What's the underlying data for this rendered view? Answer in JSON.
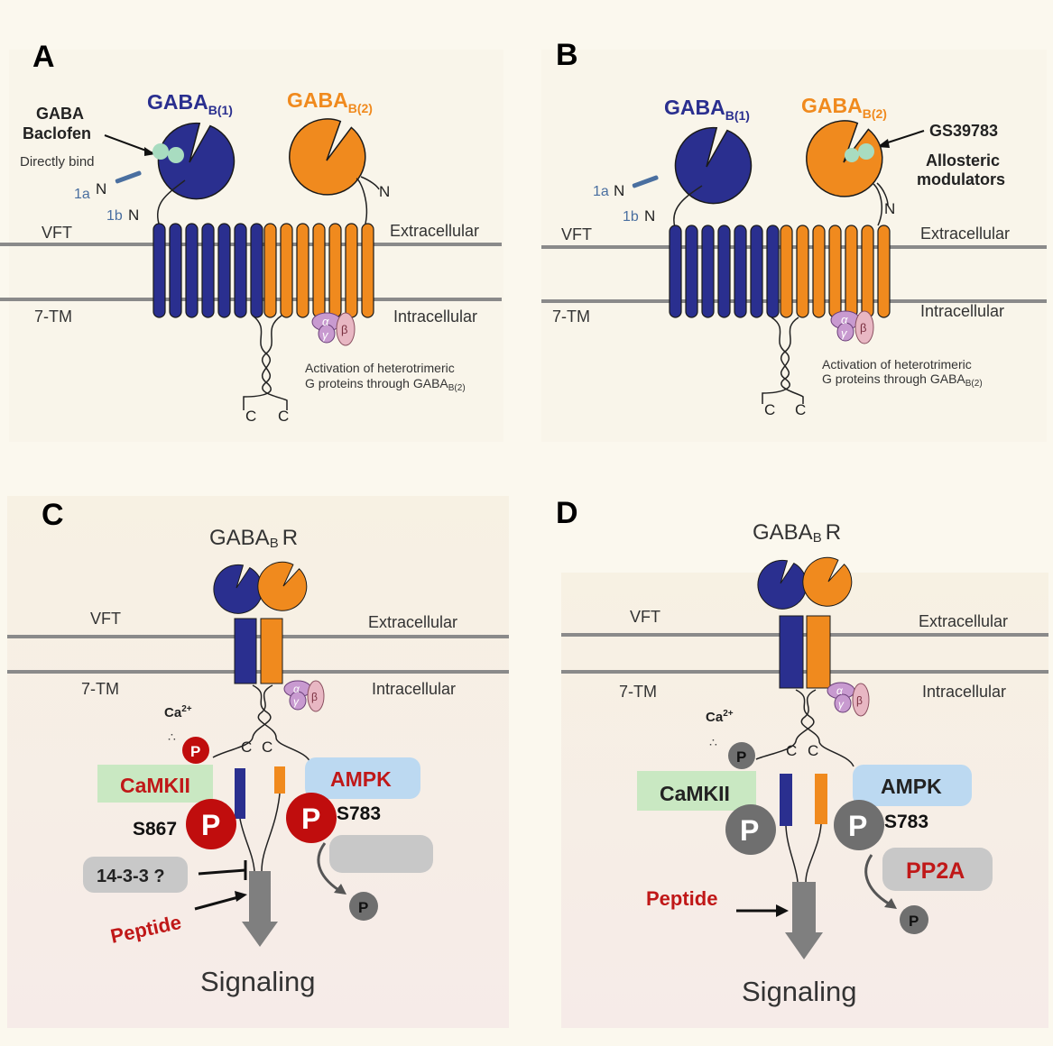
{
  "panels": {
    "A": {
      "letter": "A",
      "gaba_b1": "GABA",
      "gaba_b1_sub": "B(1)",
      "gaba_b2": "GABA",
      "gaba_b2_sub": "B(2)",
      "ligand_line1": "GABA",
      "ligand_line2": "Baclofen",
      "directly_bind": "Directly bind",
      "n_1a": "1a",
      "n_1b": "1b",
      "n": "N",
      "vft": "VFT",
      "tm": "7-TM",
      "extracellular": "Extracellular",
      "intracellular": "Intracellular",
      "activation_line1": "Activation of heterotrimeric",
      "activation_line2": "G proteins through GABA",
      "activation_sub": "B(2)",
      "c_terminus": "C"
    },
    "B": {
      "letter": "B",
      "gaba_b1": "GABA",
      "gaba_b1_sub": "B(1)",
      "gaba_b2": "GABA",
      "gaba_b2_sub": "B(2)",
      "compound": "GS39783",
      "modulator_line1": "Allosteric",
      "modulator_line2": "modulators",
      "n_1a": "1a",
      "n_1b": "1b",
      "n": "N",
      "vft": "VFT",
      "tm": "7-TM",
      "extracellular": "Extracellular",
      "intracellular": "Intracellular",
      "activation_line1": "Activation of heterotrimeric",
      "activation_line2": "G proteins through GABA",
      "activation_sub": "B(2)",
      "c_terminus": "C"
    },
    "C": {
      "letter": "C",
      "receptor": "GABA",
      "receptor_sub": "B",
      "receptor_r": "R",
      "vft": "VFT",
      "tm": "7-TM",
      "extracellular": "Extracellular",
      "intracellular": "Intracellular",
      "ca": "Ca",
      "ca_sup": "2+",
      "camkii": "CaMKII",
      "ampk": "AMPK",
      "s867": "S867",
      "s783": "S783",
      "p": "P",
      "protein_14_3_3": "14-3-3 ?",
      "peptide": "Peptide",
      "signaling": "Signaling",
      "c_terminus": "C"
    },
    "D": {
      "letter": "D",
      "receptor": "GABA",
      "receptor_sub": "B",
      "receptor_r": "R",
      "vft": "VFT",
      "tm": "7-TM",
      "extracellular": "Extracellular",
      "intracellular": "Intracellular",
      "ca": "Ca",
      "ca_sup": "2+",
      "camkii": "CaMKII",
      "ampk": "AMPK",
      "s783": "S783",
      "p": "P",
      "pp2a": "PP2A",
      "peptide": "Peptide",
      "signaling": "Signaling",
      "c_terminus": "C"
    }
  },
  "g_protein": {
    "alpha": "α",
    "beta": "β",
    "gamma": "γ"
  },
  "colors": {
    "gaba_b1": "#2a2f8f",
    "gaba_b2": "#f08a1e",
    "phospho_active": "#c00d0d",
    "phospho_inactive": "#6f6f6f",
    "camkii_box": "#c9e8c2",
    "ampk_box": "#bcd9f1",
    "pp2a_text": "#c01818",
    "membrane": "#8a8a8a"
  }
}
